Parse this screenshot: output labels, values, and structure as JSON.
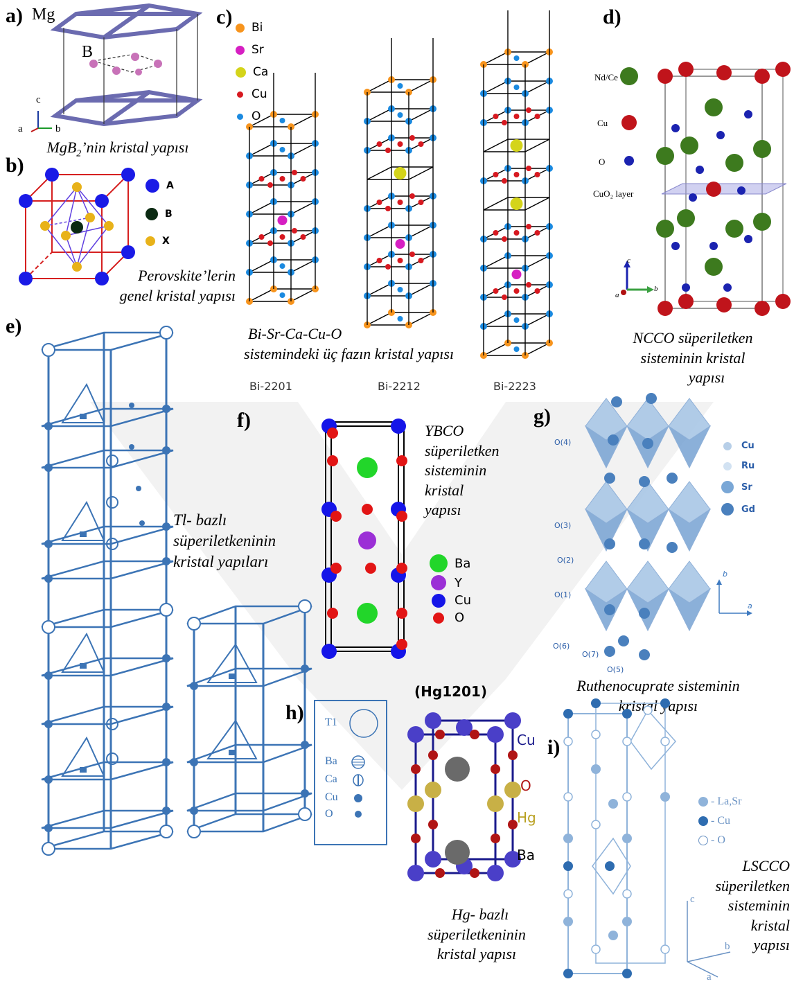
{
  "panels": {
    "a": {
      "label": "a)",
      "atom_mg": "Mg",
      "atom_b": "B",
      "axis_c": "c",
      "axis_a": "a",
      "axis_b": "b",
      "caption_main": "MgB",
      "caption_sub": "2",
      "caption_rest": "’nin kristal yapısı"
    },
    "b": {
      "label": "b)",
      "legend": [
        "A",
        "B",
        "X"
      ],
      "legend_colors": [
        "#1a1ae6",
        "#0b2a12",
        "#e8b21a"
      ],
      "caption": [
        "Perovskite’lerin",
        "genel kristal yapısı"
      ]
    },
    "c": {
      "label": "c)",
      "legend": [
        "Bi",
        "Sr",
        "Ca",
        "Cu",
        "O"
      ],
      "legend_colors": [
        "#f7941d",
        "#d61fc2",
        "#d4d41a",
        "#d71920",
        "#1b8ae0"
      ],
      "phases": [
        "Bi-2201",
        "Bi-2212",
        "Bi-2223"
      ],
      "caption": [
        "Bi-Sr-Ca-Cu-O",
        "sistemindeki üç fazın kristal yapısı"
      ]
    },
    "d": {
      "label": "d)",
      "legend": [
        "Nd/Ce",
        "Cu",
        "O",
        "CuO₂ layer"
      ],
      "legend_colors": [
        "#3d7a1e",
        "#c0141b",
        "#1b23b0",
        "#8888cc"
      ],
      "axis_c": "c",
      "axis_a": "a",
      "axis_b": "b",
      "caption": [
        "NCCO süperiletken",
        "sisteminin kristal",
        "yapısı"
      ]
    },
    "e": {
      "label": "e)",
      "caption": [
        "Tl- bazlı",
        "süperiletkeninin",
        "kristal yapıları"
      ]
    },
    "f": {
      "label": "f)",
      "legend": [
        "Ba",
        "Y",
        "Cu",
        "O"
      ],
      "legend_colors": [
        "#22d62a",
        "#9b2fd6",
        "#1515e8",
        "#e21515"
      ],
      "caption": [
        "YBCO",
        "süperiletken",
        "sisteminin",
        "kristal",
        "yapısı"
      ]
    },
    "g": {
      "label": "g)",
      "legend": [
        "Cu",
        "Ru",
        "Sr",
        "Gd"
      ],
      "sites": [
        "O(4)",
        "O(3)",
        "O(2)",
        "O(1)",
        "O(6)",
        "O(7)",
        "O(5)"
      ],
      "axis_b": "b",
      "axis_a": "a",
      "caption": [
        "Ruthenocuprate sisteminin",
        "kristal yapısı"
      ]
    },
    "h": {
      "label": "h)",
      "legend": [
        "T1",
        "Ba",
        "Ca",
        "Cu",
        "O"
      ],
      "title": "(Hg1201)",
      "atoms": [
        "Cu",
        "O",
        "Hg",
        "Ba"
      ],
      "atom_colors": [
        "#1a1a8c",
        "#b01515",
        "#b8a020",
        "#000000"
      ],
      "caption": [
        "Hg- bazlı",
        "süperiletkeninin",
        "kristal yapısı"
      ]
    },
    "i": {
      "label": "i)",
      "legend": [
        "- La,Sr",
        "- Cu",
        "- O"
      ],
      "axis_c": "c",
      "axis_b": "b",
      "axis_a": "a",
      "caption": [
        "LSCCO",
        "süperiletken",
        "sisteminin",
        "kristal",
        "yapısı"
      ]
    }
  }
}
